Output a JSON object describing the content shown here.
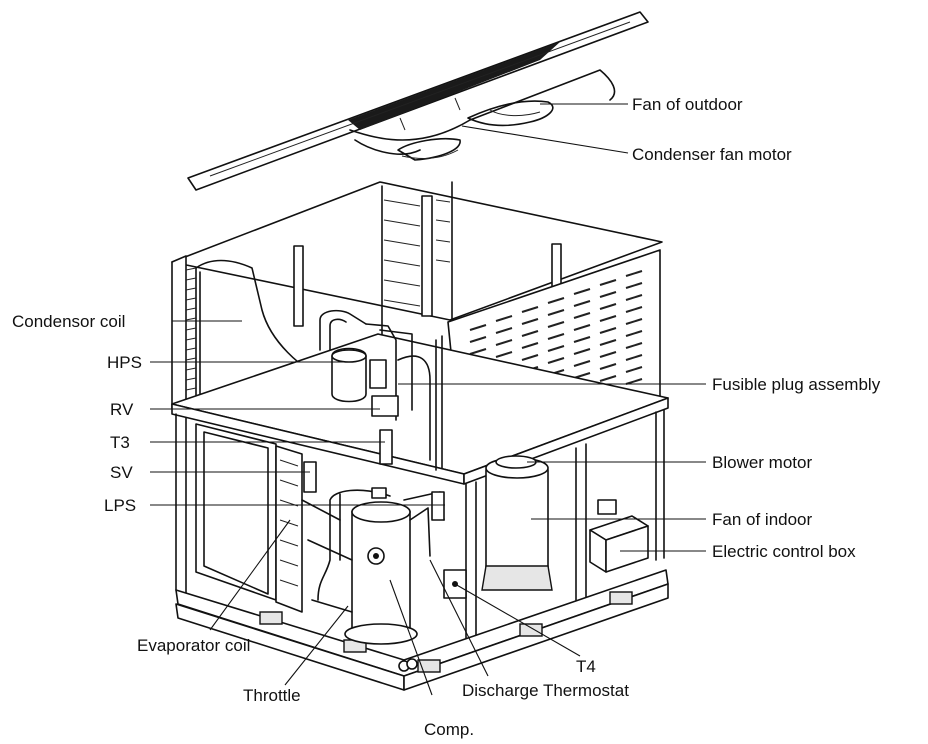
{
  "labels": {
    "fan_outdoor": "Fan of outdoor",
    "condenser_fan_motor": "Condenser fan motor",
    "condensor_coil": "Condensor coil",
    "hps": "HPS",
    "fusible_plug": "Fusible plug assembly",
    "rv": "RV",
    "t3": "T3",
    "sv": "SV",
    "lps": "LPS",
    "blower_motor": "Blower motor",
    "fan_indoor": "Fan of indoor",
    "electric_box": "Electric control box",
    "evaporator_coil": "Evaporator coil",
    "throttle": "Throttle",
    "comp": "Comp.",
    "t4": "T4",
    "discharge_thermostat": "Discharge Thermostat"
  }
}
